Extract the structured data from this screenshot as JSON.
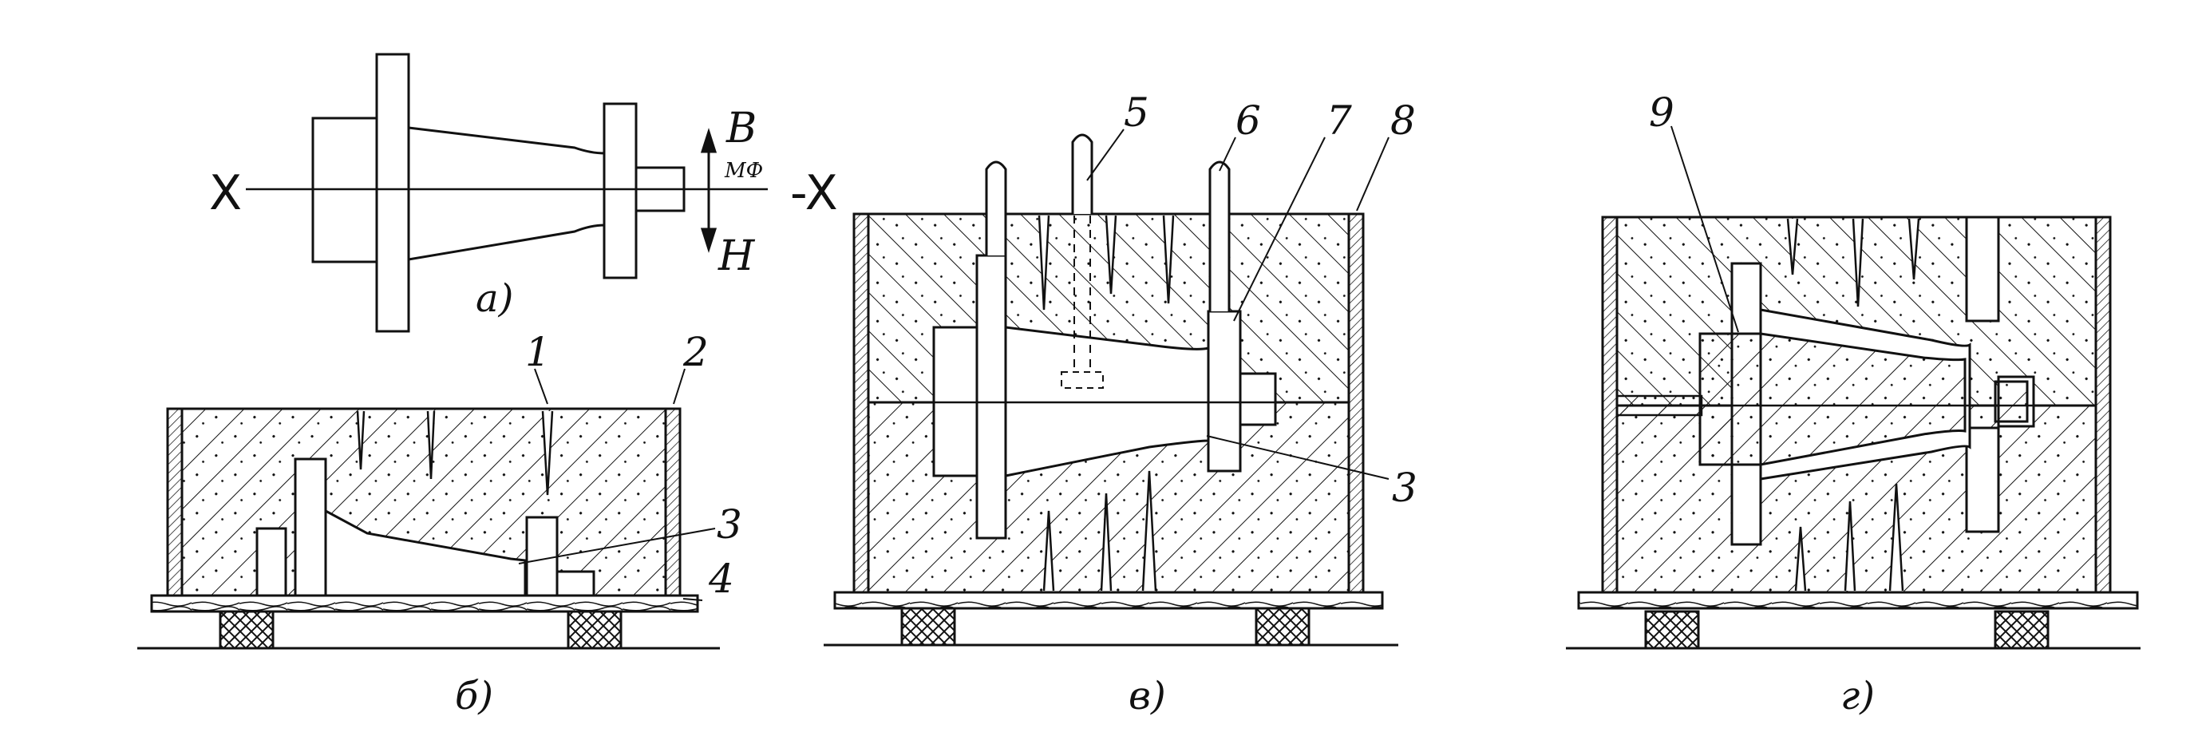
{
  "panels": {
    "a": {
      "caption": "а)",
      "axis_left": "X",
      "axis_right": "-X",
      "dir_up": "В",
      "dir_down": "Н",
      "plane_label": "МФ"
    },
    "b": {
      "caption": "б)",
      "callouts": [
        "1",
        "2",
        "3",
        "4"
      ]
    },
    "v": {
      "caption": "в)",
      "callouts": [
        "5",
        "6",
        "7",
        "8",
        "3"
      ]
    },
    "g": {
      "caption": "г)",
      "callouts": [
        "9"
      ]
    }
  },
  "colors": {
    "ink": "#111111",
    "sand": "#ffffff",
    "background": "#ffffff"
  }
}
